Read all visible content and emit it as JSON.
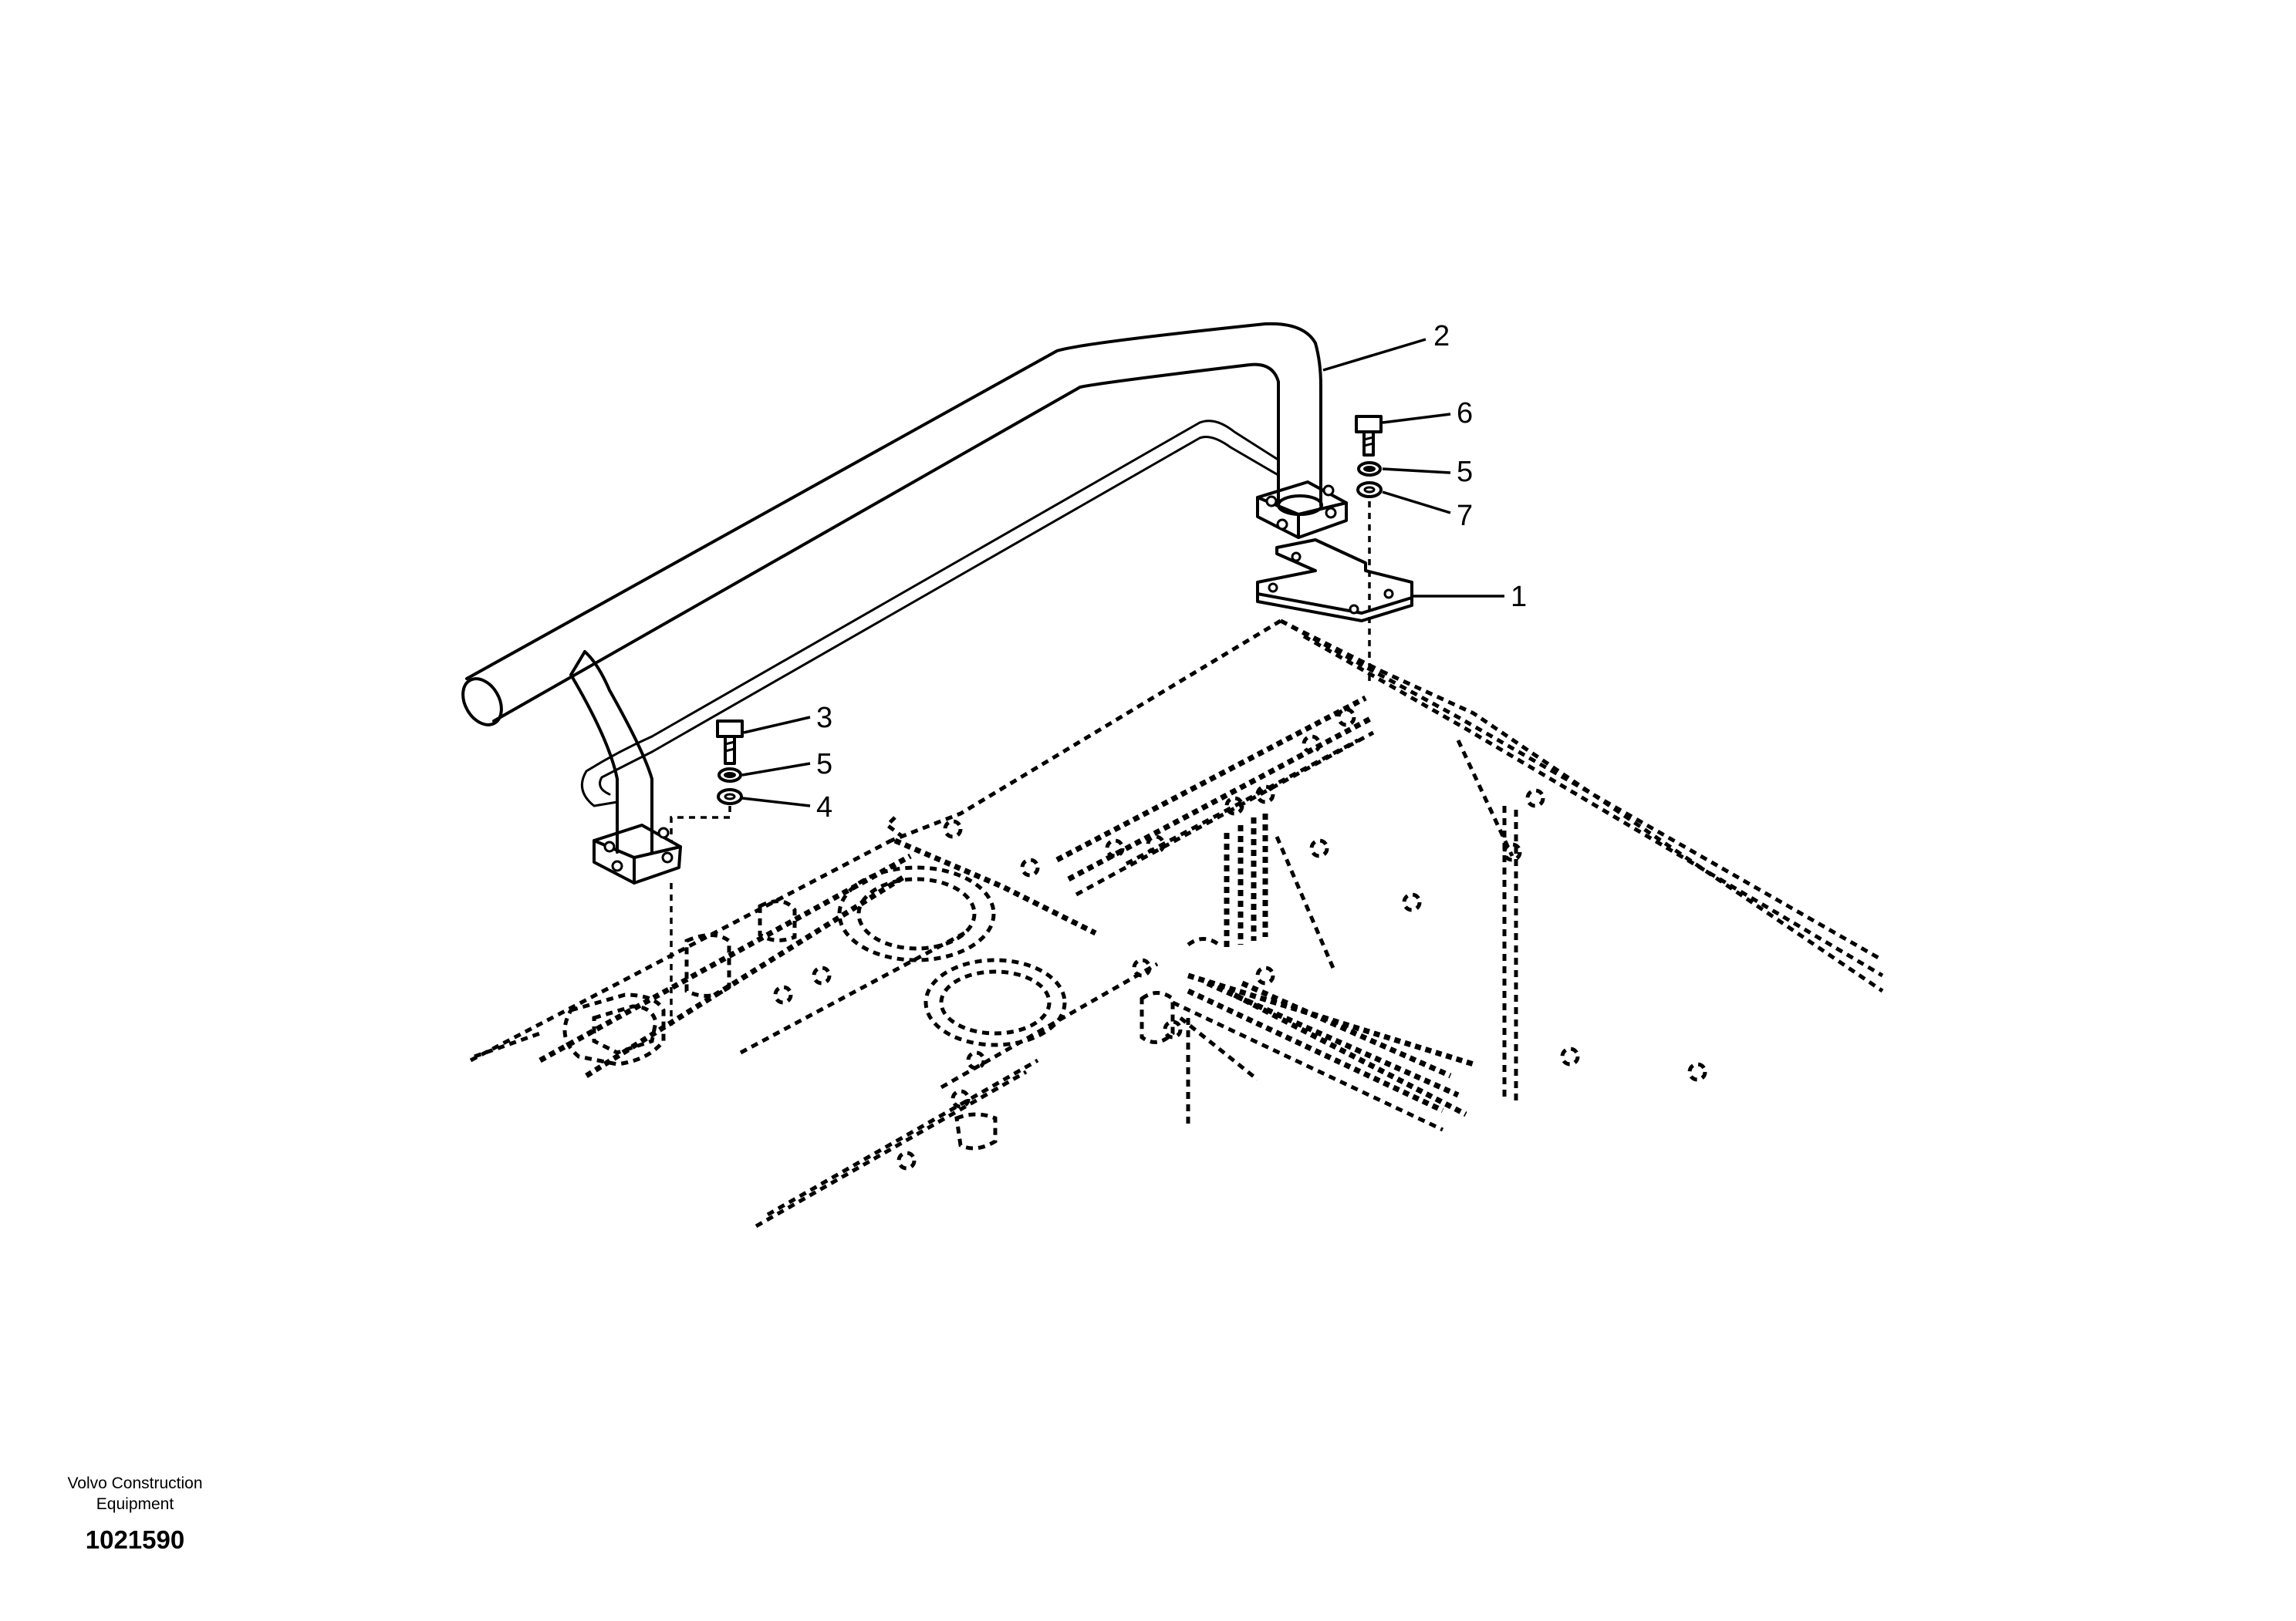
{
  "callouts": [
    {
      "id": "c1",
      "label": "1"
    },
    {
      "id": "c2",
      "label": "2"
    },
    {
      "id": "c3",
      "label": "3"
    },
    {
      "id": "c4",
      "label": "4"
    },
    {
      "id": "c5a",
      "label": "5"
    },
    {
      "id": "c5b",
      "label": "5"
    },
    {
      "id": "c6",
      "label": "6"
    },
    {
      "id": "c7",
      "label": "7"
    }
  ],
  "caption": {
    "line1": "Volvo Construction",
    "line2": "Equipment",
    "drawing_number": "1021590"
  }
}
